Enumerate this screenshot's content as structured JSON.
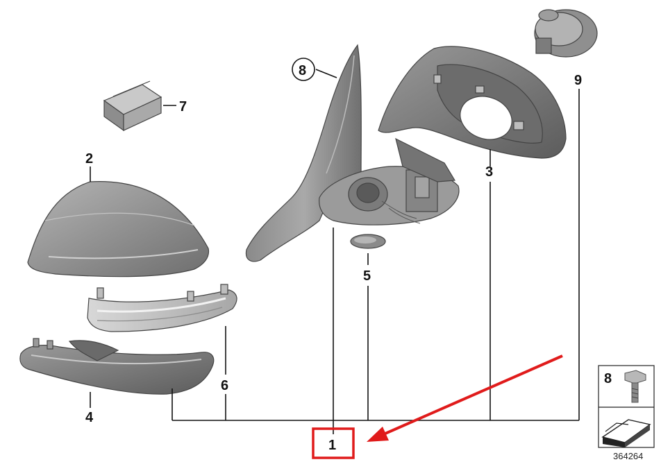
{
  "diagram": {
    "part_numbers": {
      "p1": "1",
      "p2": "2",
      "p3": "3",
      "p4": "4",
      "p5": "5",
      "p6": "6",
      "p7": "7",
      "p8_circled": "8",
      "p9": "9",
      "legend_screw": "8"
    },
    "catalog_number": "364264",
    "highlight_color": "#e01b1b",
    "part_color": "#8e8e8e"
  }
}
